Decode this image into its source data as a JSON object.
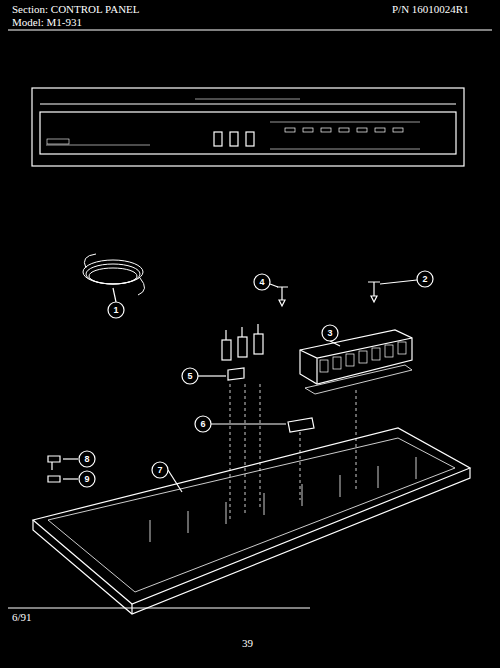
{
  "diagram": {
    "labels": [
      "Section: CONTROL PANEL",
      "Model: M1-931",
      "P/N 16010024R1",
      "1",
      "4",
      "2",
      "3",
      "5",
      "6",
      "7",
      "8",
      "9",
      "6/91",
      "39"
    ]
  }
}
